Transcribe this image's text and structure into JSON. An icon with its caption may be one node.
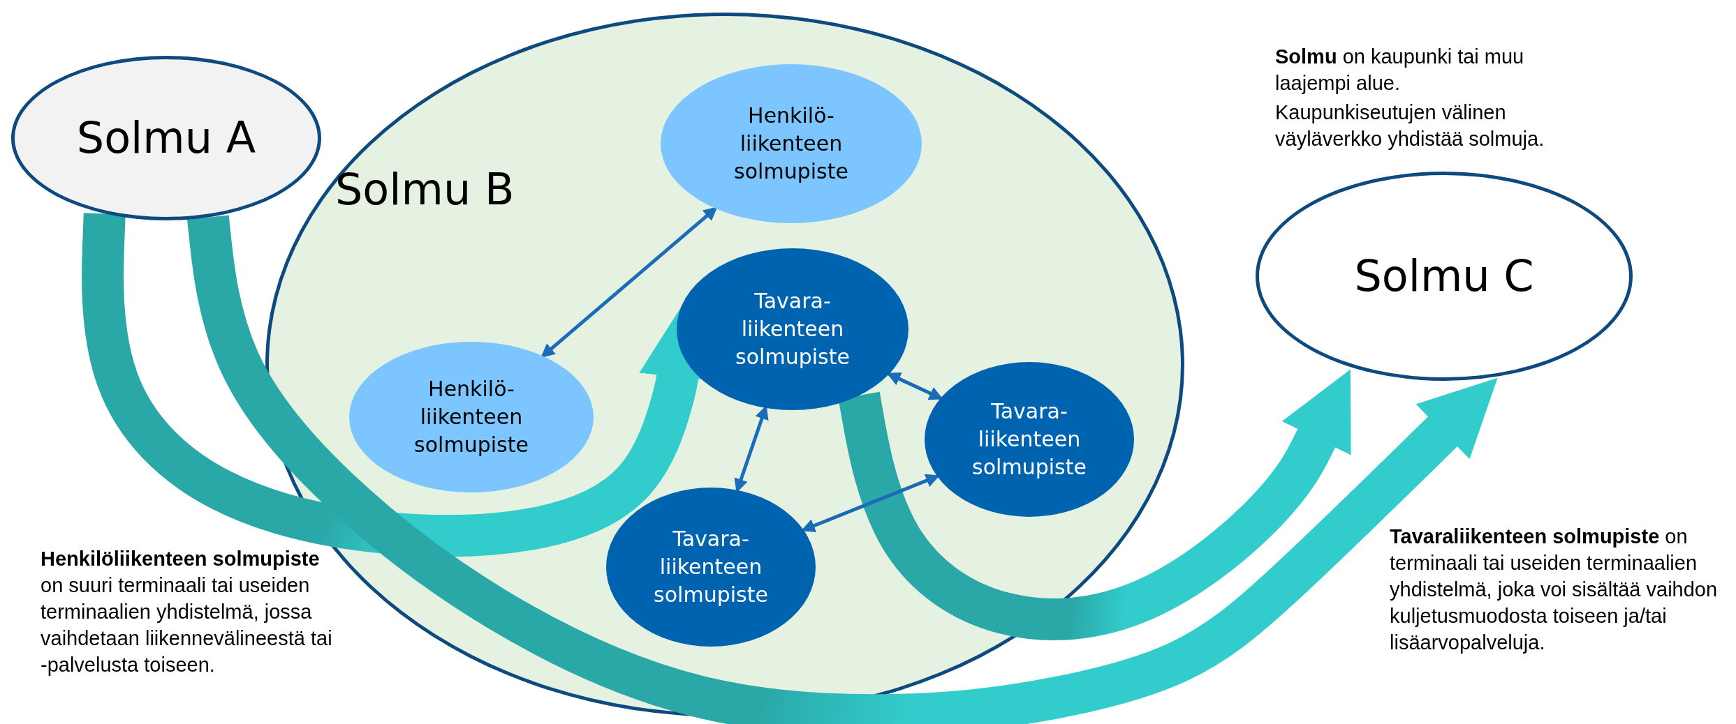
{
  "diagram": {
    "nodes": [
      {
        "text": [
          "Solmu A"
        ]
      },
      {
        "text": [
          "Solmu B"
        ]
      },
      {
        "text": [
          "Henkilö- liikenteen solmupiste"
        ],
        "in": 1
      },
      {
        "text": [
          "Tavara- liikenteen solmupiste"
        ],
        "in": 1
      },
      {
        "text": [
          "Henkilö- liikenteen solmupiste"
        ],
        "in": 1
      },
      {
        "text": [
          "Tavara- liikenteen solmupiste"
        ],
        "in": 1
      },
      {
        "text": [
          "Tavara- liikenteen solmupiste"
        ],
        "in": 1
      },
      {
        "text": [
          "Solmu C"
        ]
      }
    ],
    "edges": [
      {
        "from": 0,
        "to": 3,
        "arrow": "to",
        "style": "thick",
        "color": "#33cccc"
      },
      {
        "from": 0,
        "to": 7,
        "arrow": "to",
        "style": "thick",
        "color": "#33cccc"
      },
      {
        "from": 3,
        "to": 7,
        "arrow": "to",
        "style": "thick",
        "color": "#33cccc"
      },
      {
        "from": 4,
        "to": 2,
        "arrow": "both"
      },
      {
        "from": 3,
        "to": 6,
        "arrow": "both"
      },
      {
        "from": 3,
        "to": 5,
        "arrow": "both"
      },
      {
        "from": 5,
        "to": 6,
        "arrow": "both"
      }
    ],
    "labels": [
      "**Solmu** on kaupunki tai muu laajempi alue.",
      "Kaupunkiseutujen välinen väyläverkko yhdistää solmuja.",
      "**Henkilöliikenteen solmupiste** on suuri terminaali tai useiden terminaalien yhdistelmä, jossa vaihdetaan liikennevälineestä tai -palvelusta toiseen.",
      "**Tavaraliikenteen solmupiste** on terminaali tai useiden terminaalien yhdistelmä, joka voi sisältää vaihdon kuljetusmuodosta toiseen ja/tai lisäarvopalveluja."
    ]
  }
}
